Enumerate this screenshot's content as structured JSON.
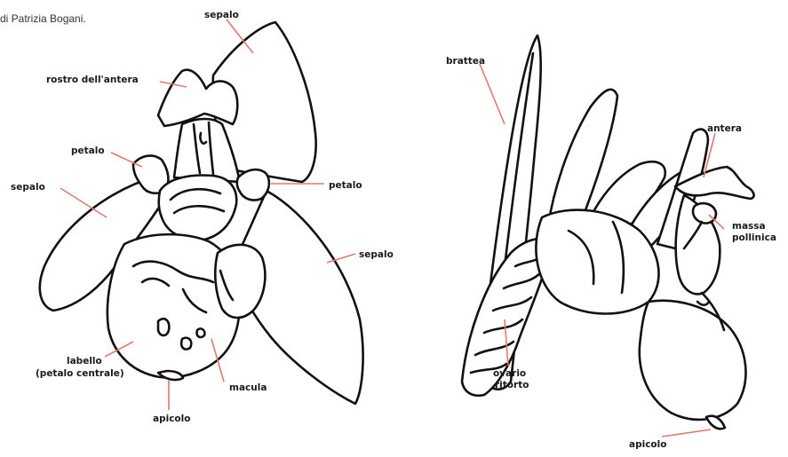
{
  "credit": "di Patrizia Bogani.",
  "left_labels": {
    "sepalo_top": "sepalo",
    "rostro": "rostro dell'antera",
    "petalo_left": "petalo",
    "sepalo_left": "sepalo",
    "petalo_right": "petalo",
    "sepalo_right": "sepalo",
    "labello_1": "labello",
    "labello_2": "(petalo centrale)",
    "macula": "macula",
    "apicolo": "apicolo"
  },
  "right_labels": {
    "brattea": "brattea",
    "antera": "antera",
    "massa_1": "massa",
    "massa_2": "pollinica",
    "ovario_1": "ovario",
    "ovario_2": "ritorto",
    "apicolo": "apicolo"
  },
  "colors": {
    "ink": "#111111",
    "leader": "#e07a6e"
  }
}
